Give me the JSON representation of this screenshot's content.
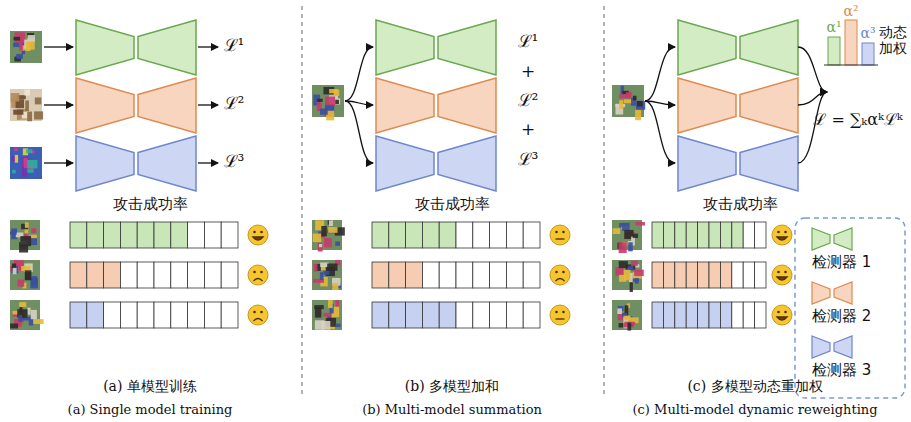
{
  "diagram": {
    "labels": [
      "ℒ¹",
      "ℒ²",
      "ℒ³",
      "攻击成功率",
      "(a) 单模型训练",
      "(a) Single model training",
      "ℒ¹",
      "+",
      "ℒ²",
      "+",
      "ℒ³",
      "攻击成功率",
      "(b) 多模型加和",
      "(b) Multi-model summation",
      "α¹",
      "α²",
      "α³",
      "动态 加权",
      "ℒ = ∑ₖαᵏℒᵏ",
      "攻击成功率",
      "(c) 多模型动态重加权",
      "(c) Multi-model dynamic reweighting"
    ],
    "legend": [
      {
        "text": "检测器 1"
      },
      {
        "text": "检测器 2"
      },
      {
        "text": "检测器 3"
      }
    ]
  }
}
